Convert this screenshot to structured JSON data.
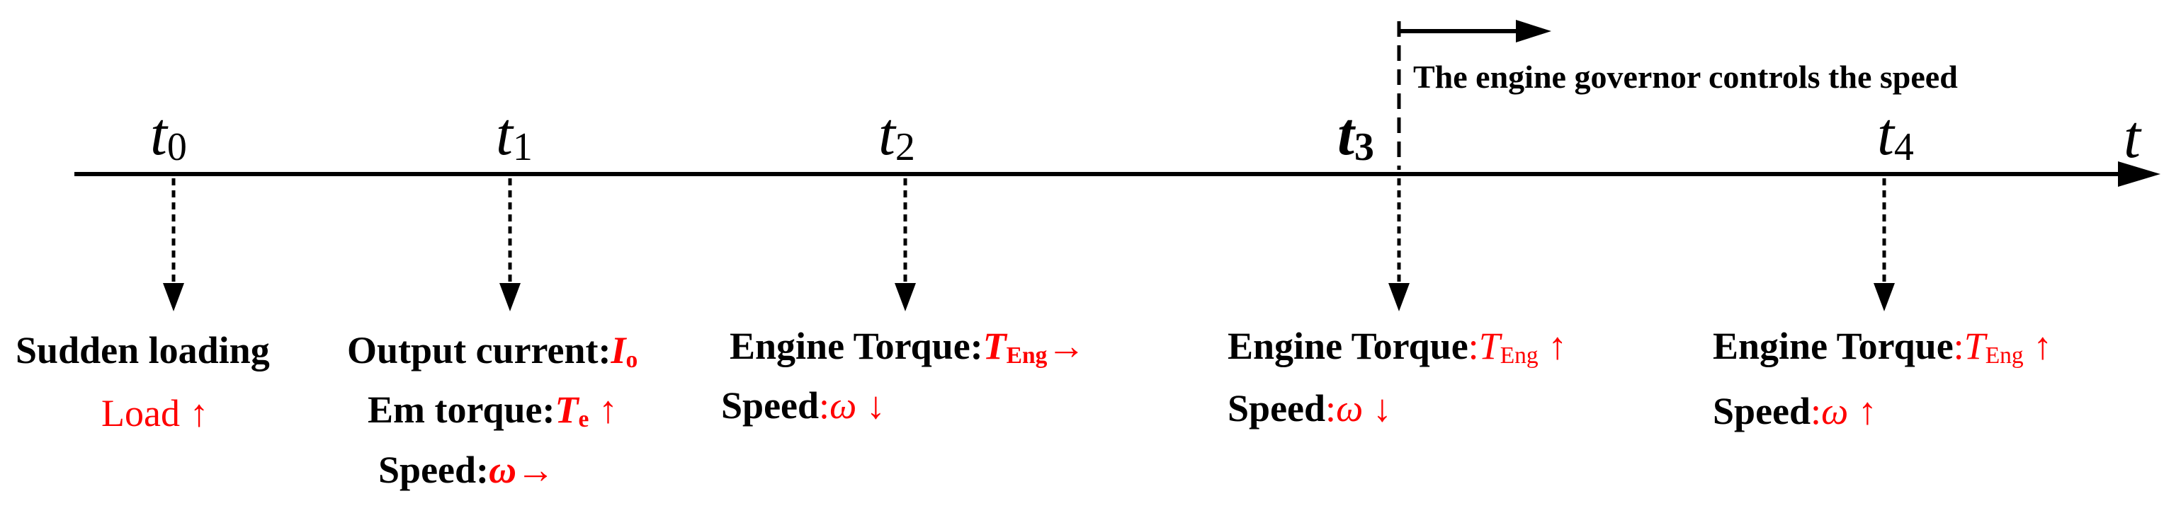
{
  "axis_label": "t",
  "ticks": [
    {
      "var": "t",
      "sub": "0"
    },
    {
      "var": "t",
      "sub": "1"
    },
    {
      "var": "t",
      "sub": "2"
    },
    {
      "var": "t",
      "sub": "3"
    },
    {
      "var": "t",
      "sub": "4"
    }
  ],
  "governor_note": "The engine governor controls the speed",
  "events": {
    "t0": {
      "title": "Sudden loading",
      "line1": "Load",
      "arrow1": "↑"
    },
    "t1": {
      "title_prefix": "Output current:",
      "title_var": "I",
      "title_sub": "o",
      "line1_prefix": "Em torque:",
      "line1_var": "T",
      "line1_sub": "e",
      "line1_arrow": "↑",
      "line2_prefix": "Speed:",
      "line2_var": "ω",
      "line2_arrow": "→"
    },
    "t2": {
      "title_prefix": "Engine Torque:",
      "title_var": "T",
      "title_sub": "Eng",
      "title_arrow": "→",
      "line1_prefix": "Speed",
      "line1_colon": ":",
      "line1_var": "ω",
      "line1_arrow": "↓"
    },
    "t3": {
      "title_prefix": "Engine Torque",
      "title_colon": ":",
      "title_var": "T",
      "title_sub": "Eng",
      "title_arrow": "↑",
      "line1_prefix": "Speed",
      "line1_colon": ":",
      "line1_var": "ω",
      "line1_arrow": "↓"
    },
    "t4": {
      "title_prefix": "Engine Torque",
      "title_colon": ":",
      "title_var": "T",
      "title_sub": "Eng",
      "title_arrow": "↑",
      "line1_prefix": "Speed",
      "line1_colon": ":",
      "line1_var": "ω",
      "line1_arrow": "↑"
    }
  },
  "colors": {
    "accent": "#ff0000",
    "ink": "#000000"
  }
}
